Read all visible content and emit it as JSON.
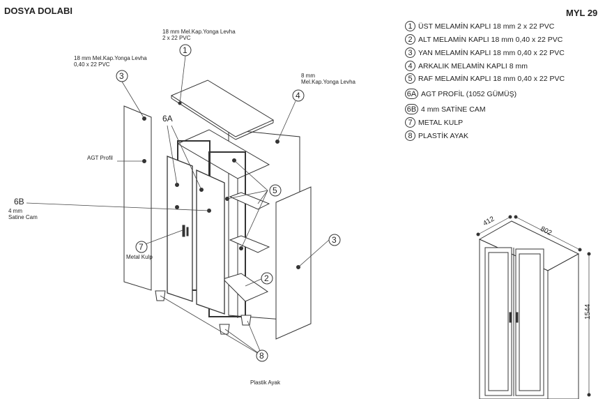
{
  "header": {
    "title": "DOSYA DOLABI",
    "code": "MYL 29"
  },
  "legend": [
    {
      "num": "1",
      "text": "ÜST MELAMİN KAPLI 18 mm 2 x 22 PVC"
    },
    {
      "num": "2",
      "text": "ALT MELAMİN KAPLI 18 mm  0,40 x 22 PVC"
    },
    {
      "num": "3",
      "text": "YAN MELAMİN KAPLI 18 mm  0,40 x 22 PVC"
    },
    {
      "num": "4",
      "text": "ARKALIK MELAMİN KAPLI 8 mm"
    },
    {
      "num": "5",
      "text": "RAF MELAMİN KAPLI 18 mm  0,40 x 22 PVC"
    },
    {
      "num": "6A",
      "text": "AGT PROFİL (1052 GÜMÜŞ)"
    },
    {
      "num": "6B",
      "text": "4 mm SATİNE CAM"
    },
    {
      "num": "7",
      "text": "METAL KULP"
    },
    {
      "num": "8",
      "text": "PLASTİK AYAK"
    }
  ],
  "notes": {
    "top_line1": "18 mm Mel.Kap.Yonga Levha",
    "top_line2": "2 x 22 PVC",
    "side_line1": "18 mm Mel.Kap.Yonga Levha",
    "side_line2": "0,40 x 22 PVC",
    "back_line1": "8 mm",
    "back_line2": "Mel.Kap.Yonga Levha",
    "agt": "AGT Profil",
    "glass_num": "6B",
    "glass_line1": "4 mm",
    "glass_line2": "Satine Cam",
    "handle": "Metal Kulp",
    "foot": "Plastik Ayak"
  },
  "callouts": {
    "c1": "1",
    "c2": "2",
    "c3a": "3",
    "c3b": "3",
    "c4": "4",
    "c5": "5",
    "c6a": "6A",
    "c7": "7",
    "c8": "8"
  },
  "dimensions": {
    "depth": "412",
    "width": "802",
    "height": "1544"
  }
}
